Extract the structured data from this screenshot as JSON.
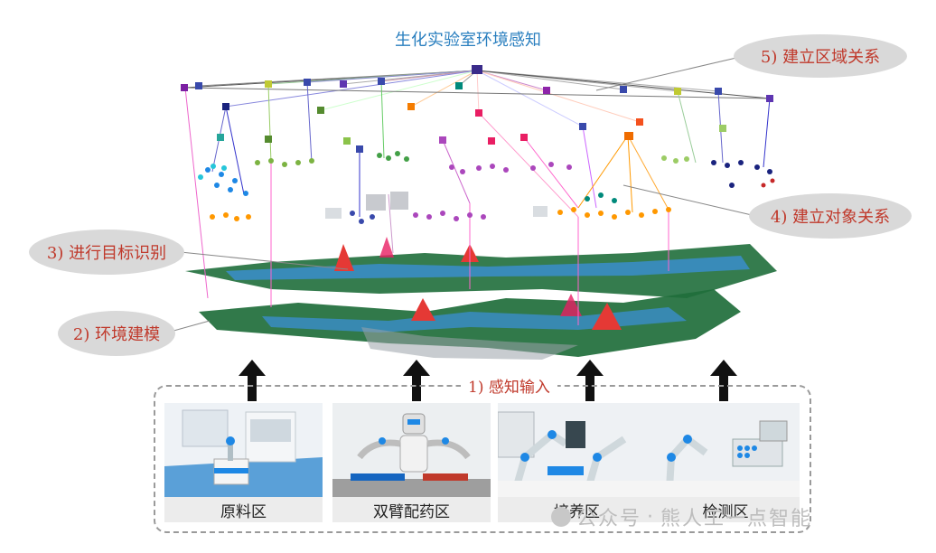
{
  "title": "生化实验室环境感知",
  "steps": {
    "s1": "1) 感知输入",
    "s2": "2) 环境建模",
    "s3": "3) 进行目标识别",
    "s4": "4) 建立对象关系",
    "s5": "5) 建立区域关系"
  },
  "zones": [
    "原料区",
    "双臂配药区",
    "培养区",
    "检测区"
  ],
  "watermark": {
    "channel": "公众号",
    "separator": "·",
    "name": "熊人工一点智能"
  },
  "colors": {
    "title": "#2a7fbf",
    "step_text": "#c0392b",
    "bubble": "#d9d9d9",
    "map_green": "#1f6e3b",
    "map_blue": "#3b8fd4"
  }
}
